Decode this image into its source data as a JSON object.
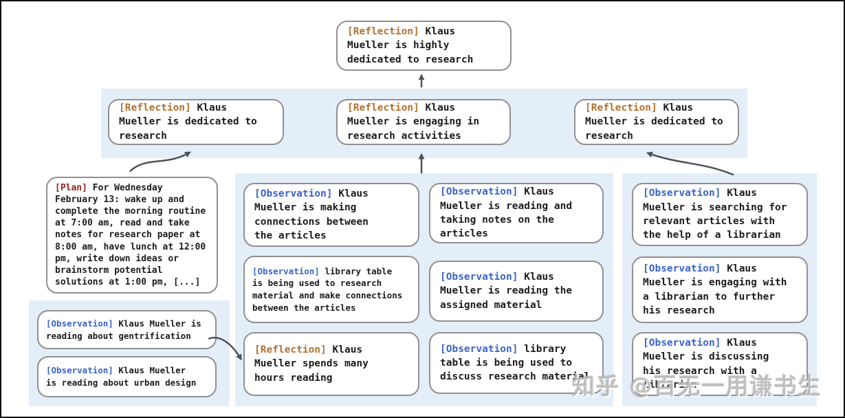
{
  "watermark": "知乎 @百无一用谦书生",
  "colors": {
    "band": "#e4eef9",
    "box_border": "#909090",
    "reflection_tag": "#b5702d",
    "plan_tag": "#942620",
    "observation_tag": "#3b63c7",
    "arrow": "#4c5257",
    "text": "#1c1c1c",
    "frame": "#101010"
  },
  "nodes": {
    "top": {
      "tag": "[Reflection]",
      "text": "Klaus\nMueller is highly\ndedicated to research"
    },
    "row": [
      {
        "tag": "[Reflection]",
        "text": "Klaus\nMueller is dedicated to\nresearch"
      },
      {
        "tag": "[Reflection]",
        "text": "Klaus\nMueller is engaging in\nresearch activities"
      },
      {
        "tag": "[Reflection]",
        "text": "Klaus\nMueller is dedicated to\nresearch"
      }
    ],
    "plan": {
      "tag": "[Plan]",
      "text": "For Wednesday\nFebruary 13: wake up and\ncomplete the morning routine\nat 7:00 am, read and take\nnotes for research paper at\n8:00 am, have lunch at 12:00\npm, write down ideas or\nbrainstorm potential\nsolutions at 1:00 pm, [...]"
    },
    "left": [
      {
        "tag": "[Observation]",
        "text": "Klaus Mueller is\nreading about gentrification"
      },
      {
        "tag": "[Observation]",
        "text": "Klaus Mueller\nis reading about urban design"
      }
    ],
    "middle_left": [
      {
        "tag": "[Observation]",
        "text": "Klaus\nMueller is making\nconnections between\nthe articles"
      },
      {
        "tag": "[Observation]",
        "text": "library table\nis being used to research\nmaterial and make connections\nbetween the articles"
      },
      {
        "tag": "[Reflection]",
        "text": "Klaus\nMueller spends many\nhours reading"
      }
    ],
    "middle_right": [
      {
        "tag": "[Observation]",
        "text": "Klaus\nMueller is reading and\ntaking notes on the\narticles"
      },
      {
        "tag": "[Observation]",
        "text": "Klaus\nMueller is reading the\nassigned material"
      },
      {
        "tag": "[Observation]",
        "text": "library\ntable is being used to\ndiscuss research material"
      }
    ],
    "right": [
      {
        "tag": "[Observation]",
        "text": "Klaus\nMueller is searching for\nrelevant articles with\nthe help of a librarian"
      },
      {
        "tag": "[Observation]",
        "text": "Klaus\nMueller is engaging with\na librarian to further\nhis research"
      },
      {
        "tag": "[Observation]",
        "text": "Klaus\nMueller is discussing\nhis research with a\nlibrarian"
      }
    ]
  }
}
